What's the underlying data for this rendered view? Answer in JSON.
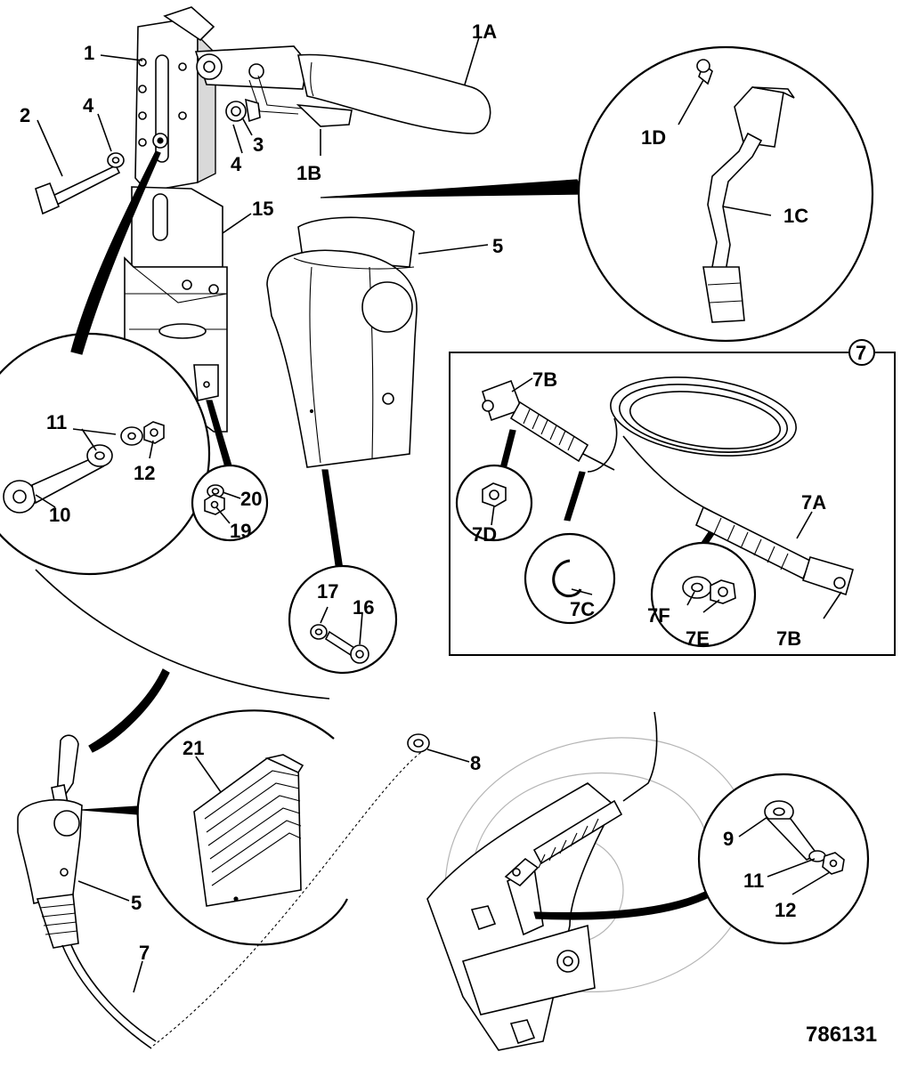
{
  "figure": {
    "reference_number": "786131"
  },
  "callouts": {
    "c1": "1",
    "c1A": "1A",
    "c1B": "1B",
    "c1C": "1C",
    "c1D": "1D",
    "c2": "2",
    "c3": "3",
    "c4a": "4",
    "c4b": "4",
    "c5a": "5",
    "c5b": "5",
    "c7": "7",
    "c7A": "7A",
    "c7Ba": "7B",
    "c7Bb": "7B",
    "c7C": "7C",
    "c7D": "7D",
    "c7E": "7E",
    "c7F": "7F",
    "c8": "8",
    "c9": "9",
    "c10": "10",
    "c11a": "11",
    "c11b": "11",
    "c12a": "12",
    "c12b": "12",
    "c15": "15",
    "c16": "16",
    "c17": "17",
    "c19": "19",
    "c20": "20",
    "c21": "21"
  }
}
